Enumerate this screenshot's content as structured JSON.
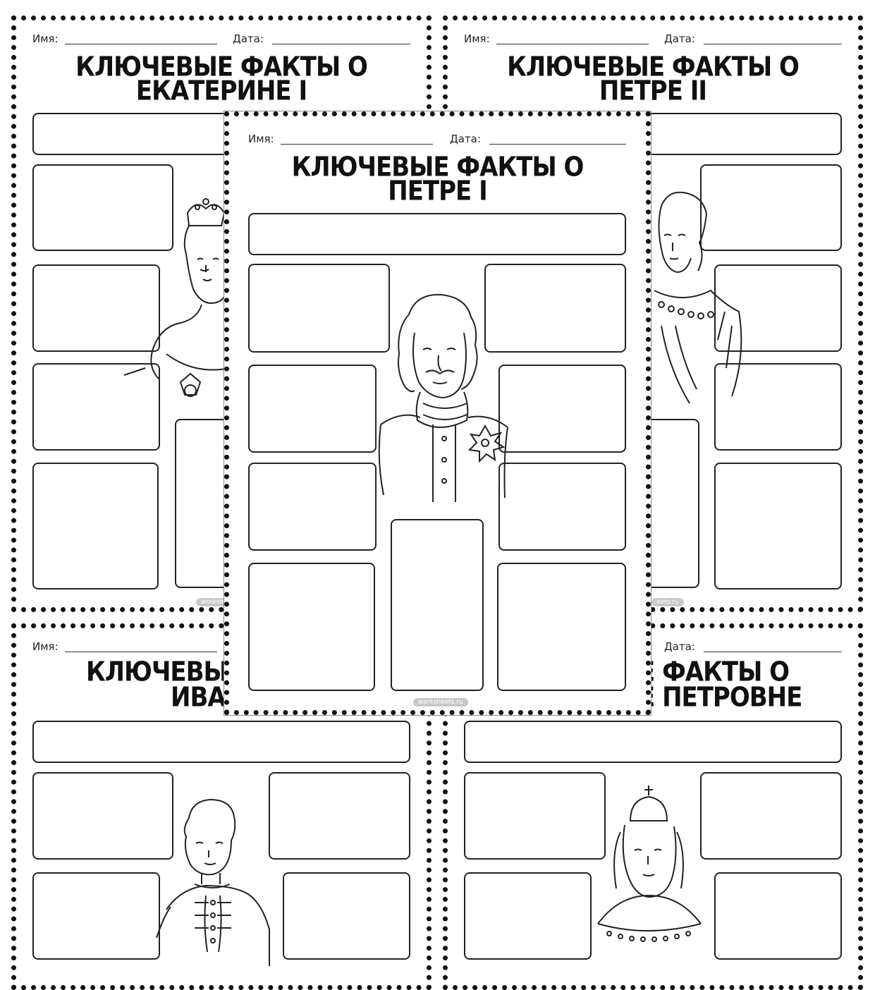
{
  "labels": {
    "name": "Имя:",
    "date": "Дата:"
  },
  "watermark": "worksheets.ru",
  "watermark_partial": "workshe",
  "watermark_partial2": "eets.ru",
  "sheets": {
    "catherine": {
      "title_line1": "КЛЮЧЕВЫЕ ФАКТЫ О",
      "title_line2": "ЕКАТЕРИНЕ I"
    },
    "peter2": {
      "title_line1": "КЛЮЧЕВЫЕ ФАКТЫ О",
      "title_line2": "ПЕТРЕ II"
    },
    "peter1": {
      "title_line1": "КЛЮЧЕВЫЕ ФАКТЫ О",
      "title_line2": "ПЕТРЕ I"
    },
    "ivan": {
      "title_line1": "КЛЮЧЕВЫЕ",
      "title_line2": "ИВА"
    },
    "elizabeth": {
      "title_line1": "Е ФАКТЫ О",
      "title_line2": "Е ПЕТРОВНЕ"
    }
  }
}
